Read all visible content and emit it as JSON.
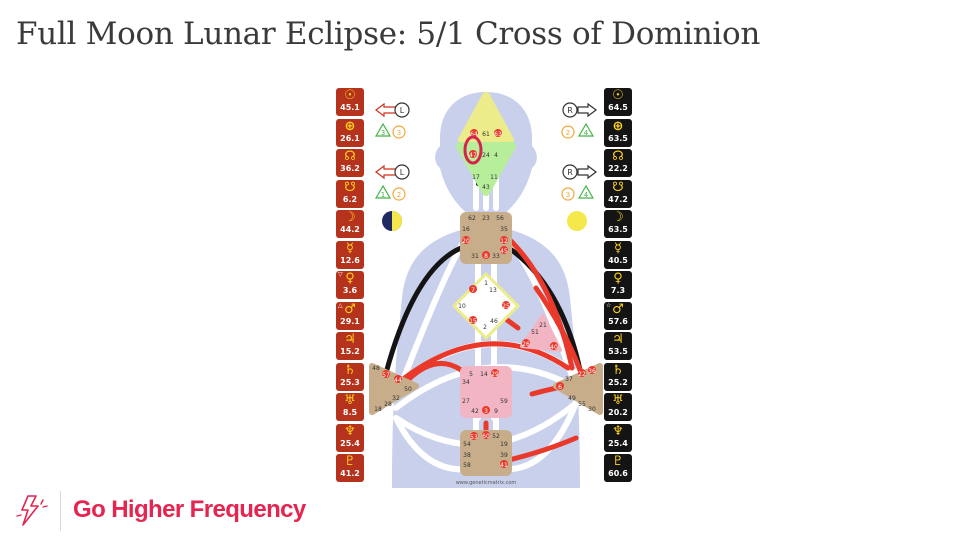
{
  "slide": {
    "title": "Full Moon Lunar Eclipse: 5/1 Cross of Dominion"
  },
  "chart": {
    "left_planets": [
      {
        "glyph": "☉",
        "value": "45.1",
        "icon": "sun-icon"
      },
      {
        "glyph": "⊕",
        "value": "26.1",
        "icon": "earth-icon"
      },
      {
        "glyph": "☊",
        "value": "36.2",
        "icon": "north-node-icon"
      },
      {
        "glyph": "☋",
        "value": "6.2",
        "icon": "south-node-icon"
      },
      {
        "glyph": "☽",
        "value": "44.2",
        "icon": "moon-icon"
      },
      {
        "glyph": "☿",
        "value": "12.6",
        "icon": "mercury-icon"
      },
      {
        "glyph": "♀",
        "value": "3.6",
        "mark": "▽",
        "icon": "venus-icon"
      },
      {
        "glyph": "♂",
        "value": "29.1",
        "mark": "△",
        "icon": "mars-icon"
      },
      {
        "glyph": "♃",
        "value": "15.2",
        "icon": "jupiter-icon"
      },
      {
        "glyph": "♄",
        "value": "25.3",
        "icon": "saturn-icon"
      },
      {
        "glyph": "♅",
        "value": "8.5",
        "icon": "uranus-icon"
      },
      {
        "glyph": "♆",
        "value": "25.4",
        "icon": "neptune-icon"
      },
      {
        "glyph": "♇",
        "value": "41.2",
        "icon": "pluto-icon"
      }
    ],
    "right_planets": [
      {
        "glyph": "☉",
        "value": "64.5",
        "icon": "sun-icon"
      },
      {
        "glyph": "⊕",
        "value": "63.5",
        "icon": "earth-icon"
      },
      {
        "glyph": "☊",
        "value": "22.2",
        "icon": "north-node-icon"
      },
      {
        "glyph": "☋",
        "value": "47.2",
        "icon": "south-node-icon"
      },
      {
        "glyph": "☽",
        "value": "63.5",
        "icon": "moon-icon"
      },
      {
        "glyph": "☿",
        "value": "40.5",
        "icon": "mercury-icon"
      },
      {
        "glyph": "♀",
        "value": "7.3",
        "icon": "venus-icon"
      },
      {
        "glyph": "♂",
        "value": "57.6",
        "mark": "☆",
        "icon": "mars-icon"
      },
      {
        "glyph": "♃",
        "value": "53.5",
        "icon": "jupiter-icon"
      },
      {
        "glyph": "♄",
        "value": "25.2",
        "icon": "saturn-icon"
      },
      {
        "glyph": "♅",
        "value": "20.2",
        "icon": "uranus-icon"
      },
      {
        "glyph": "♆",
        "value": "25.4",
        "icon": "neptune-icon"
      },
      {
        "glyph": "♇",
        "value": "60.6",
        "icon": "pluto-icon"
      }
    ],
    "left_arrow_letters": [
      "L",
      "L"
    ],
    "right_arrow_letters": [
      "R",
      "R"
    ],
    "left_triangle_numbers": [
      "3",
      "3",
      "1",
      "2"
    ],
    "right_triangle_numbers": [
      "2",
      "4",
      "3",
      "4"
    ],
    "watermark": "www.geneticmatrix.com",
    "gates": {
      "head": [
        "64",
        "61",
        "63"
      ],
      "ajna": [
        "47",
        "24",
        "4",
        "17",
        "11",
        "43"
      ],
      "throat": [
        "62",
        "23",
        "56",
        "16",
        "35",
        "20",
        "12",
        "31",
        "8",
        "33",
        "45"
      ],
      "g": [
        "1",
        "7",
        "13",
        "10",
        "25",
        "15",
        "2",
        "46"
      ],
      "ego": [
        "21",
        "51",
        "26",
        "40"
      ],
      "spleen": [
        "48",
        "57",
        "44",
        "50",
        "32",
        "28",
        "18"
      ],
      "solar": [
        "36",
        "22",
        "37",
        "6",
        "49",
        "55",
        "30"
      ],
      "sacral": [
        "5",
        "14",
        "29",
        "34",
        "27",
        "59",
        "42",
        "3",
        "9"
      ],
      "root": [
        "53",
        "60",
        "52",
        "54",
        "19",
        "38",
        "39",
        "58",
        "41"
      ]
    },
    "colors": {
      "design_red": "#b5321c",
      "personality_black": "#141414",
      "channel_red": "#e8392b",
      "head_yellow": "#ecec8a",
      "ajna_green": "#b6ee9a",
      "center_tan": "#c8ad8a",
      "center_pink": "#f2b5c4",
      "body_blue": "#c9d0ec",
      "moon_yellow": "#f5e84a",
      "brand_pink": "#e5244f"
    }
  },
  "footer": {
    "brand": "Go Higher Frequency"
  }
}
